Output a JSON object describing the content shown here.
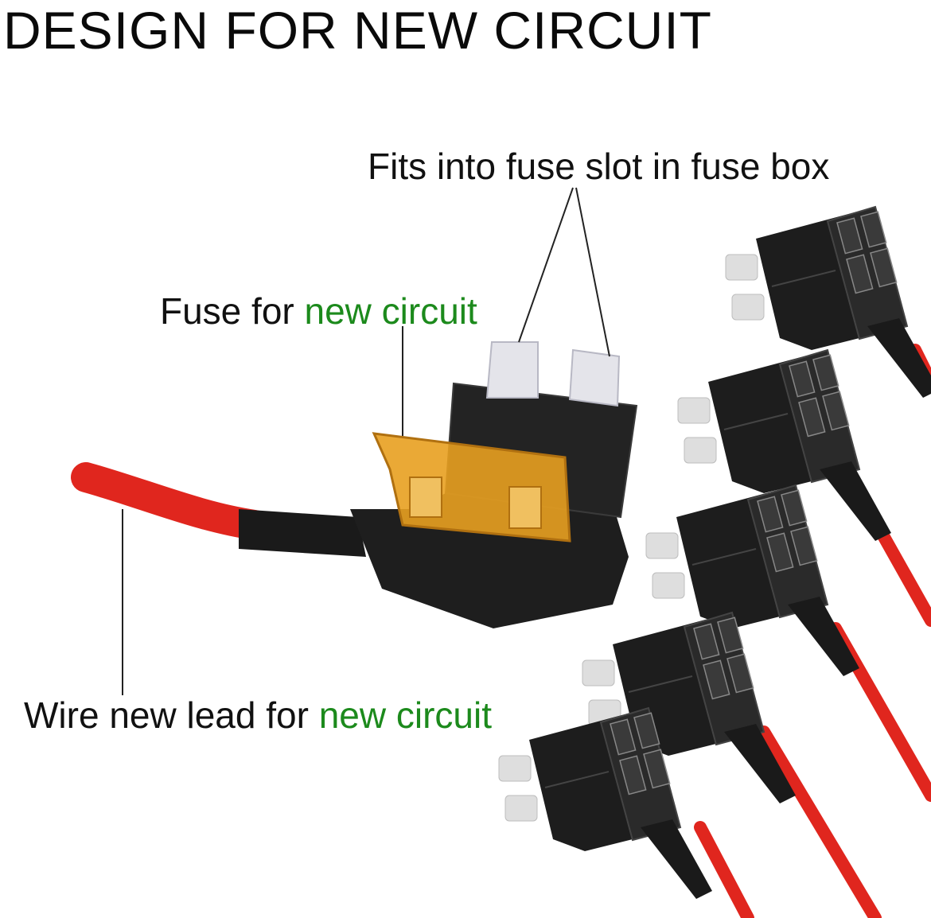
{
  "title": "DESIGN FOR NEW CIRCUIT",
  "labels": {
    "fuse_slot": "Fits into fuse slot in fuse box",
    "fuse_prefix": "Fuse for ",
    "fuse_highlight": "new circuit",
    "wire_prefix": "Wire new lead for ",
    "wire_highlight": "new circuit"
  },
  "colors": {
    "highlight": "#1c8a1c",
    "wire_red": "#e0261e",
    "fuse_amber": "#e8a020",
    "holder_black": "#1e1e1e",
    "prong": "#e4e4ea"
  },
  "product": {
    "tap_count": 5,
    "icons": [
      "add-a-circuit-fuse-tap",
      "blade-fuse",
      "red-wire-lead"
    ]
  }
}
